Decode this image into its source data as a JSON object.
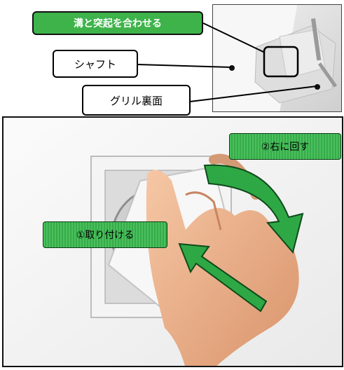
{
  "labels": {
    "align_groove": "溝と突起を合わせる",
    "shaft": "シャフト",
    "grille_back": "グリル裏面"
  },
  "steps": {
    "attach": "①取り付ける",
    "rotate": "②右に回す"
  },
  "colors": {
    "label_green": "#3db34a",
    "callout_green": "#47c25a",
    "arrow_green": "#2ea844",
    "highlight_border": "#000000"
  }
}
